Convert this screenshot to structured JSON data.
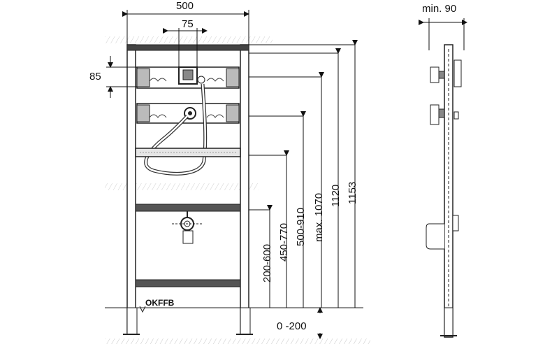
{
  "top_dimensions": {
    "overall_width": "500",
    "inner_spacing": "75",
    "side_min_depth": "min. 90"
  },
  "left_dimension": "85",
  "vertical_dimensions": [
    "1153",
    "1120",
    "max. 1070",
    "500-910",
    "450-770",
    "200-600"
  ],
  "floor_label": "OKFFB",
  "floor_adjustment": "0 -200"
}
